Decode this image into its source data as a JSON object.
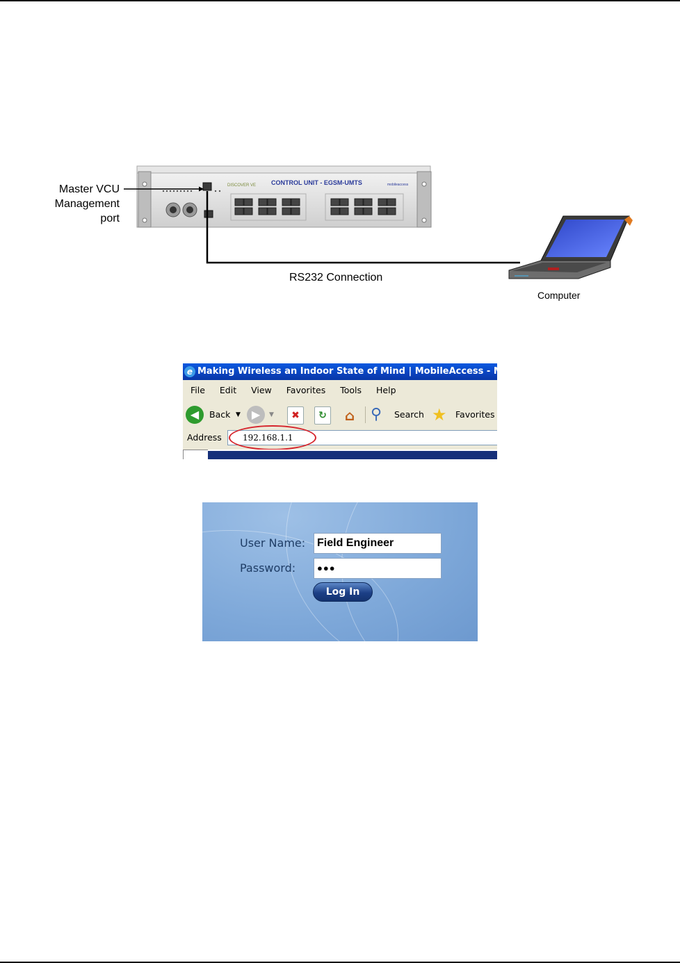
{
  "diagram": {
    "device_title": "CONTROL UNIT - EGSM-UMTS",
    "device_brand": "DISCOVER VE",
    "device_logo": "mobileaccess",
    "port_label_lines": [
      "Master VCU",
      "Management",
      "port"
    ],
    "connection_label": "RS232 Connection",
    "computer_label": "Computer"
  },
  "browser": {
    "title": "Making Wireless an Indoor State of Mind | MobileAccess - Micr",
    "menu": [
      "File",
      "Edit",
      "View",
      "Favorites",
      "Tools",
      "Help"
    ],
    "toolbar": {
      "back_label": "Back",
      "search_label": "Search",
      "favorites_label": "Favorites"
    },
    "address_label": "Address",
    "address_value": "192.168.1.1",
    "highlight_color": "#d6252d"
  },
  "login": {
    "username_label": "User Name:",
    "username_value": "Field Engineer",
    "password_label": "Password:",
    "password_value": "●●●",
    "login_button": "Log In"
  }
}
